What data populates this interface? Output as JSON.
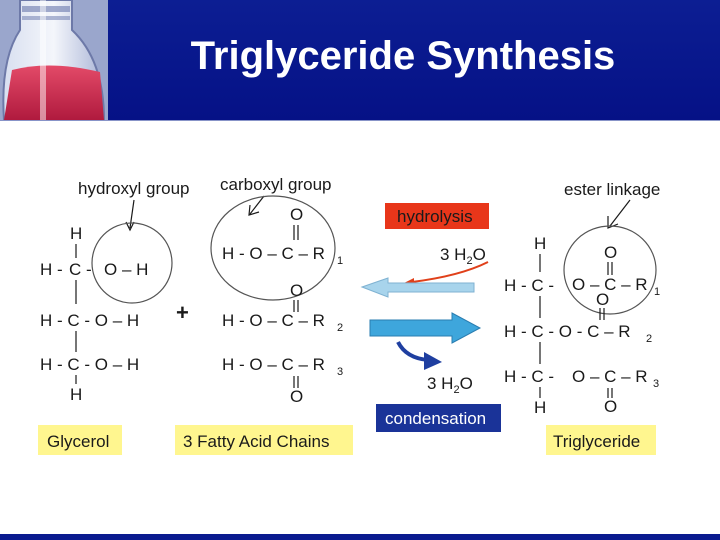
{
  "title": "Triglyceride Synthesis",
  "annotations": {
    "hydroxyl_group": "hydroxyl group",
    "carboxyl_group": "carboxyl group",
    "ester_linkage": "ester linkage"
  },
  "glycerol": {
    "h_top": "H",
    "row1_left": "H - ",
    "row1_c": "C - ",
    "row1_oh": "O – H",
    "row2": "H - C - O – H",
    "row3": "H - C - O – H",
    "h_bottom": "H"
  },
  "plus_sign": "+",
  "fatty_acids": {
    "o_top": "O",
    "chain1": "H - O – C – R",
    "chain1_sub": "1",
    "o_mid": "O",
    "chain2": "H - O – C – R",
    "chain2_sub": "2",
    "chain3": "H - O – C – R",
    "chain3_sub": "3",
    "o_bottom": "O"
  },
  "reaction": {
    "hydrolysis_label": "hydrolysis",
    "condensation_label": "condensation",
    "water_top": "3 H",
    "water_top_sub": "2",
    "water_top_o": "O",
    "water_bottom": "3 H",
    "water_bottom_sub": "2",
    "water_bottom_o": "O",
    "colors": {
      "hydrolysis_box": "#e8361a",
      "condensation_box": "#1a3398",
      "left_arrow": "#a8d4ec",
      "right_arrow": "#3ea6dc",
      "curve_red": "#e0401a",
      "curve_blue": "#1f3fa0"
    }
  },
  "triglyceride": {
    "h_top": "H",
    "row1_hc": "H - C - ",
    "row1_ester": "O – C – R",
    "row1_sub": "1",
    "o_top": "O",
    "o_mid": "O",
    "row2": "H - C - O - C – R",
    "row2_sub": "2",
    "row3_hc": "H - C - ",
    "row3_ester": "O – C – R",
    "row3_sub": "3",
    "o_bottom": "O",
    "h_bottom": "H"
  },
  "labels": {
    "glycerol": "Glycerol",
    "fatty_acids": "3 Fatty Acid Chains",
    "triglyceride": "Triglyceride",
    "label_bg": "#fff68f"
  },
  "colors": {
    "header": "#0a1a8f",
    "title": "#ffffff"
  }
}
